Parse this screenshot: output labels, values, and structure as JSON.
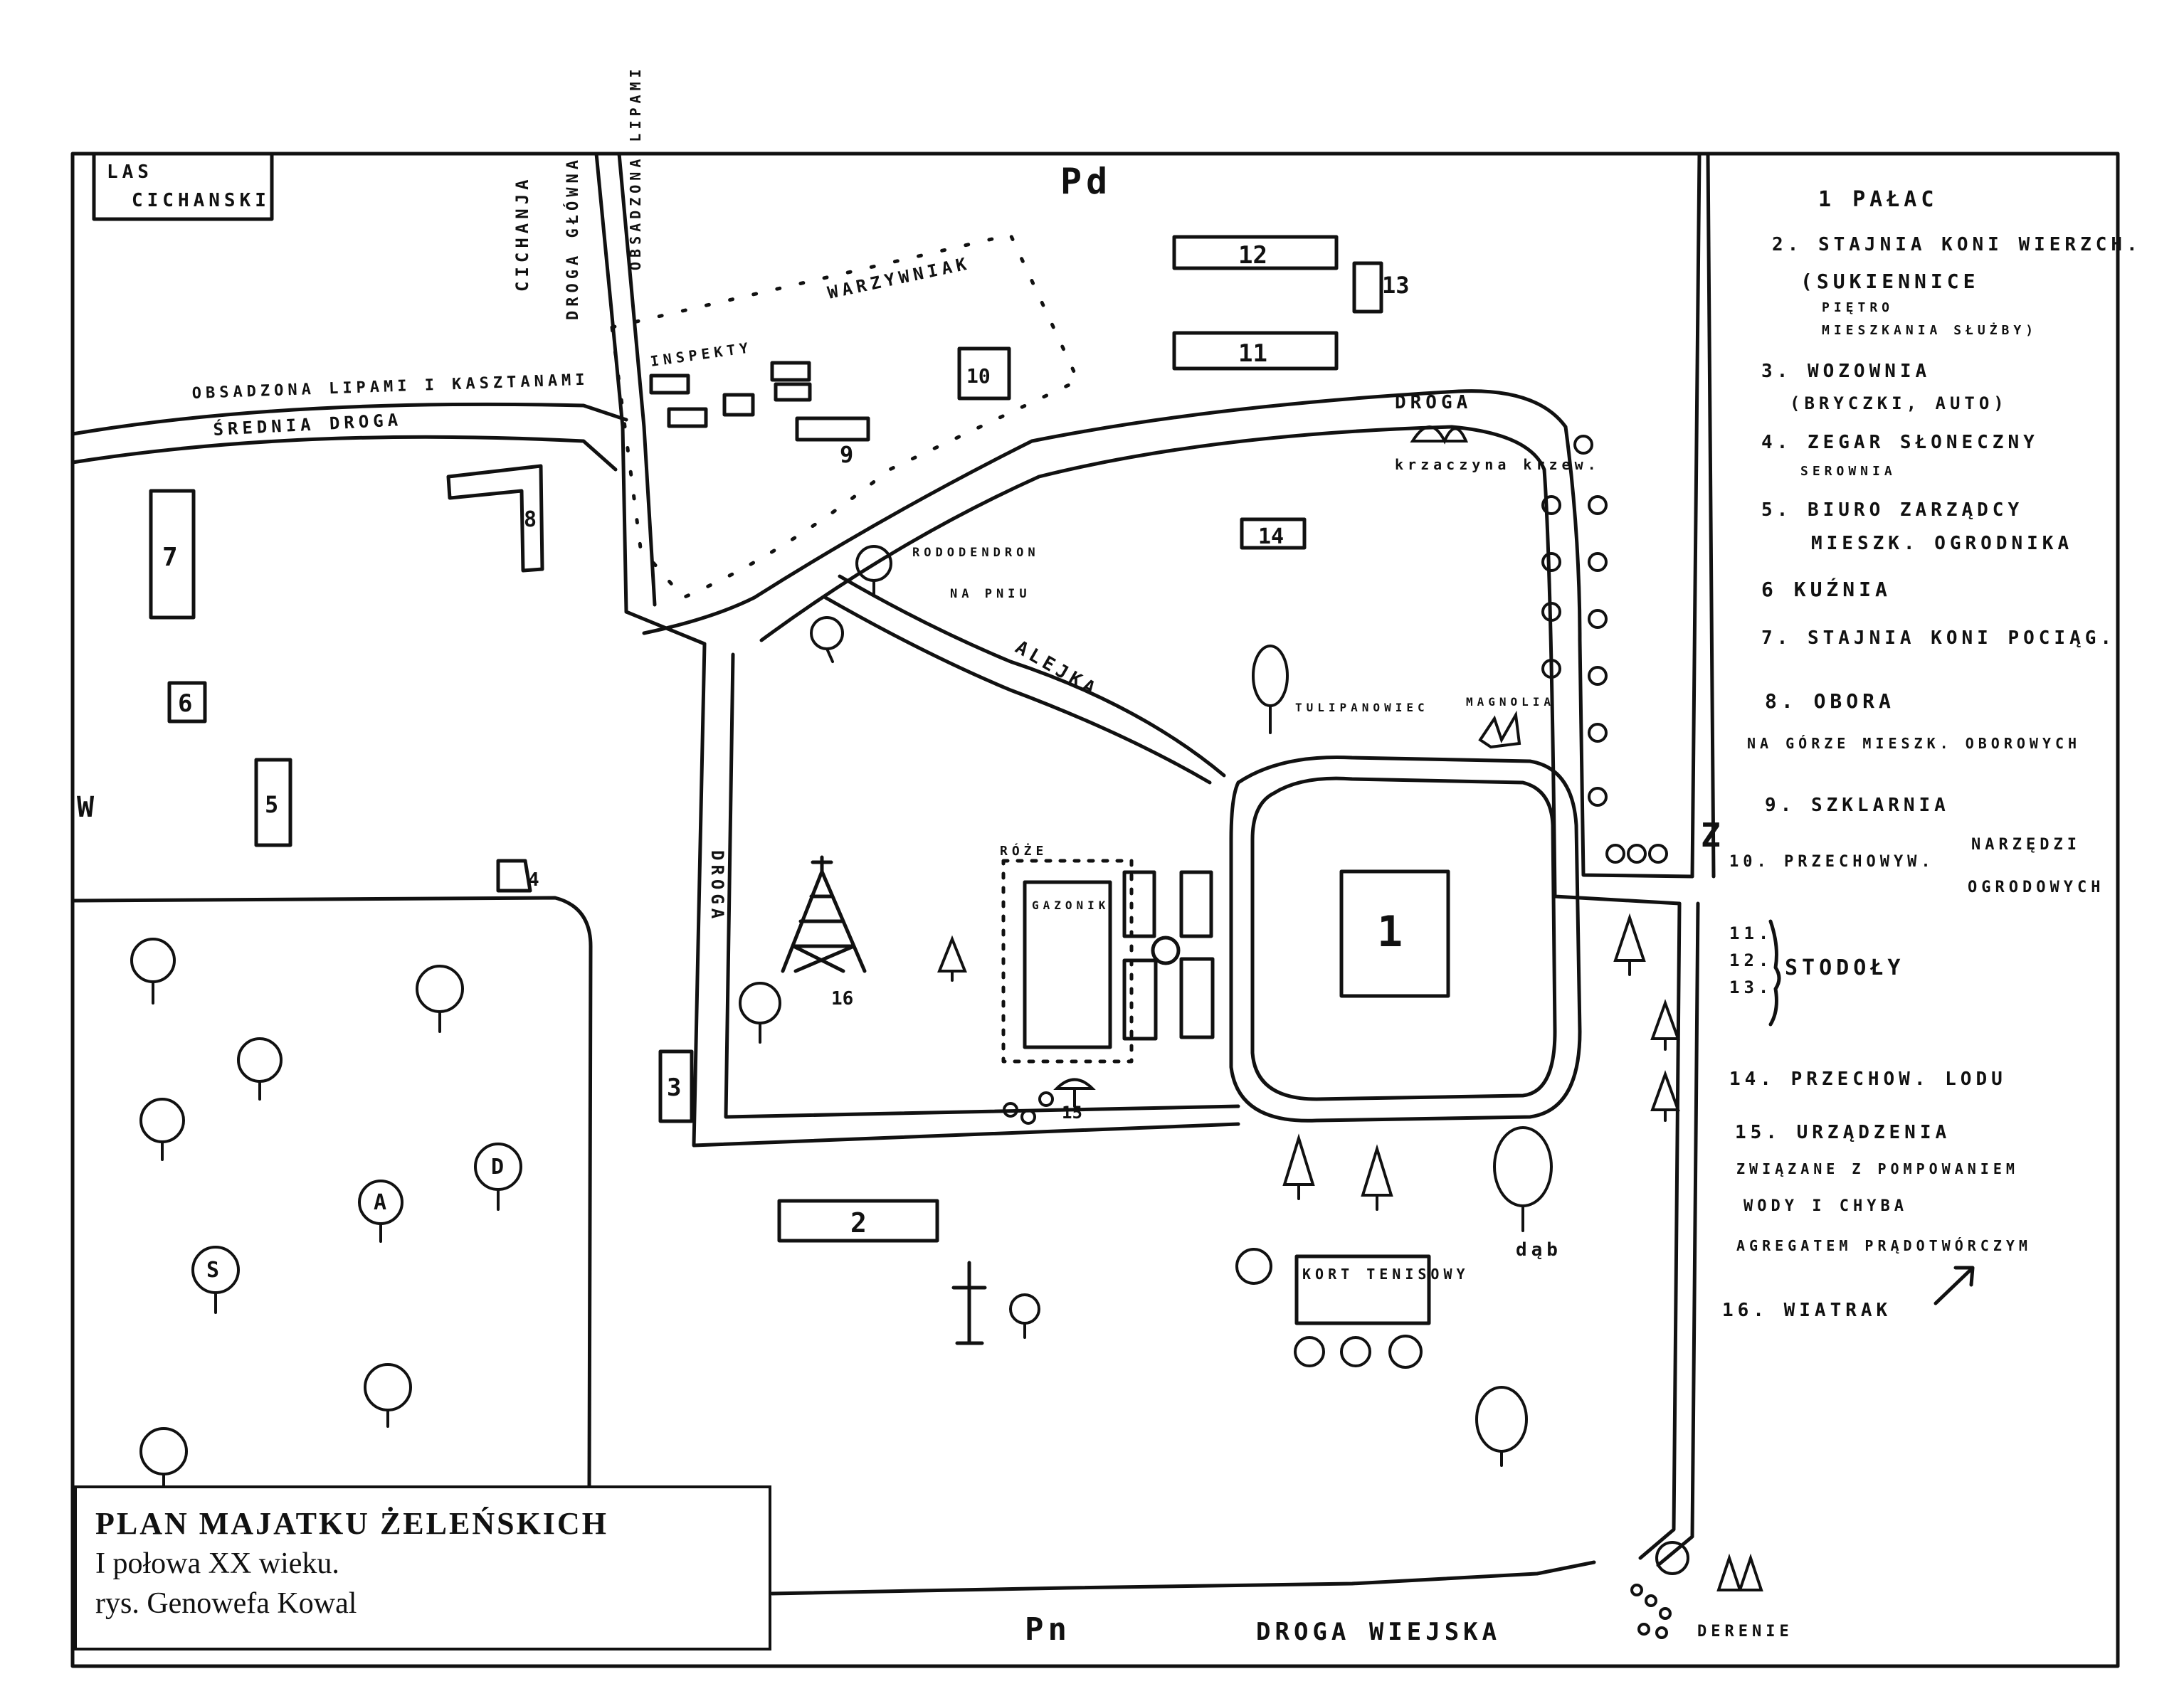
{
  "compass": {
    "north_label": "Pd",
    "south_label": "Pn",
    "west_label": "W",
    "east_label": "Z"
  },
  "title_block": {
    "title": "PLAN MAJATKU ŻELEŃSKICH",
    "subtitle": "I połowa XX wieku.",
    "author": "rys. Genowefa Kowal"
  },
  "map_labels": {
    "las": "LAS",
    "cichanski": "CICHANSKI",
    "cichanja": "CICHANJA",
    "droga_glowna": "DROGA GŁÓWNA",
    "obsadzona_lipami": "OBSADZONA LIPAMI",
    "obsadzona_lipami_kasztanami": "OBSADZONA LIPAMI I KASZTANAMI",
    "srednia_droga": "ŚREDNIA DROGA",
    "warzywniak": "WARZYWNIAK",
    "inspekty": "INSPEKTY",
    "droga_top": "DROGA",
    "krzew": "krzew",
    "krzew_label": "krzaczyna krzew.",
    "rododendron": "RODODENDRON",
    "na_pniu": "NA PNIU",
    "alejka": "ALEJKA",
    "tulipanowiec": "TULIPANOWIEC",
    "magnolia": "MAGNOLIA",
    "droga_side": "DROGA",
    "roze": "RÓŻE",
    "gazonik": "GAZONIK",
    "kort_tenisowy": "KORT TENISOWY",
    "dab": "dąb",
    "droga_wiejska": "DROGA WIEJSKA",
    "derenie": "DERENIE"
  },
  "building_numbers": {
    "b1": "1",
    "b2": "2",
    "b3": "3",
    "b4": "4",
    "b5": "5",
    "b6": "6",
    "b7": "7",
    "b8": "8",
    "b9": "9",
    "b10": "10",
    "b11": "11",
    "b12": "12",
    "b13": "13",
    "b14": "14",
    "b15": "15",
    "b16": "16"
  },
  "tree_letters": {
    "a": "A",
    "d": "D",
    "s": "S"
  },
  "legend": [
    {
      "text": "1  PAŁAC"
    },
    {
      "text": "2. STAJNIA KONI WIERZCH."
    },
    {
      "text": "(SUKIENNICE"
    },
    {
      "text": "PIĘTRO"
    },
    {
      "text": "MIESZKANIA SŁUŻBY)"
    },
    {
      "text": "3. WOZOWNIA"
    },
    {
      "text": "(BRYCZKI, AUTO)"
    },
    {
      "text": "4. ZEGAR SŁONECZNY"
    },
    {
      "text": "SEROWNIA"
    },
    {
      "text": "5. BIURO ZARZĄDCY"
    },
    {
      "text": "MIESZK. OGRODNIKA"
    },
    {
      "text": "6  KUŹNIA"
    },
    {
      "text": "7. STAJNIA KONI POCIĄG."
    },
    {
      "text": "8. OBORA"
    },
    {
      "text": "NA GÓRZE MIESZK. OBOROWYCH"
    },
    {
      "text": "9. SZKLARNIA"
    },
    {
      "text": "10. PRZECHOWYW."
    },
    {
      "text": "NARZĘDZI"
    },
    {
      "text": "OGRODOWYCH"
    },
    {
      "text": "11."
    },
    {
      "text": "12."
    },
    {
      "text": "13."
    },
    {
      "text": "STODOŁY"
    },
    {
      "text": "14. PRZECHOW. LODU"
    },
    {
      "text": "15. URZĄDZENIA"
    },
    {
      "text": "ZWIĄZANE Z POMPOWANIEM"
    },
    {
      "text": "WODY I CHYBA"
    },
    {
      "text": "AGREGATEM PRĄDOTWÓRCZYM"
    },
    {
      "text": "16. WIATRAK"
    }
  ]
}
